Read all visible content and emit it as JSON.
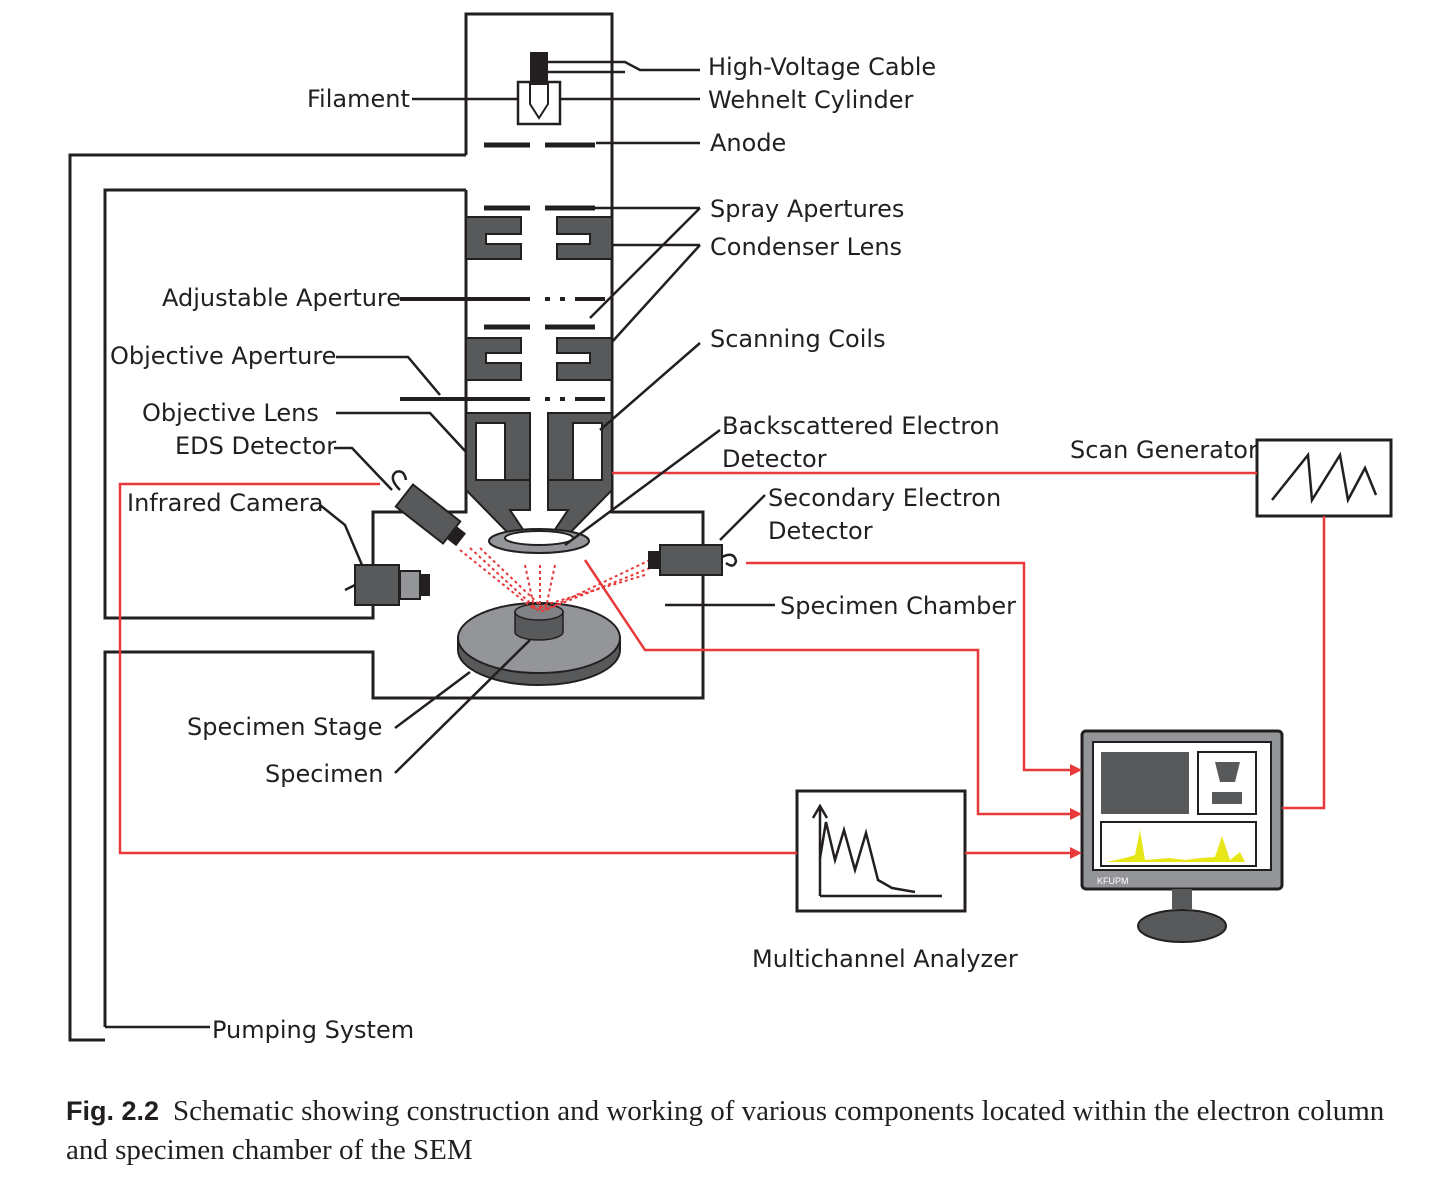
{
  "labels": {
    "high_voltage_cable": "High-Voltage Cable",
    "filament": "Filament",
    "wehnelt_cylinder": "Wehnelt Cylinder",
    "anode": "Anode",
    "spray_apertures": "Spray Apertures",
    "condenser_lens": "Condenser Lens",
    "adjustable_aperture": "Adjustable Aperture",
    "scanning_coils": "Scanning Coils",
    "objective_aperture": "Objective Aperture",
    "objective_lens": "Objective Lens",
    "eds_detector": "EDS Detector",
    "bse_detector_line1": "Backscattered Electron",
    "bse_detector_line2": "Detector",
    "scan_generator": "Scan Generator",
    "infrared_camera": "Infrared Camera",
    "se_detector_line1": "Secondary Electron",
    "se_detector_line2": "Detector",
    "specimen_chamber": "Specimen Chamber",
    "specimen_stage": "Specimen Stage",
    "specimen": "Specimen",
    "multichannel_analyzer": "Multichannel Analyzer",
    "pumping_system": "Pumping System",
    "monitor_brand": "KFUPM"
  },
  "caption": {
    "number": "Fig. 2.2",
    "text": "Schematic showing construction and working of various components located within the electron column and specimen chamber of the SEM"
  },
  "colors": {
    "line": "#231f20",
    "signal": "#e8393b",
    "metal": "#58595b",
    "spectrum": "#e6e619"
  }
}
